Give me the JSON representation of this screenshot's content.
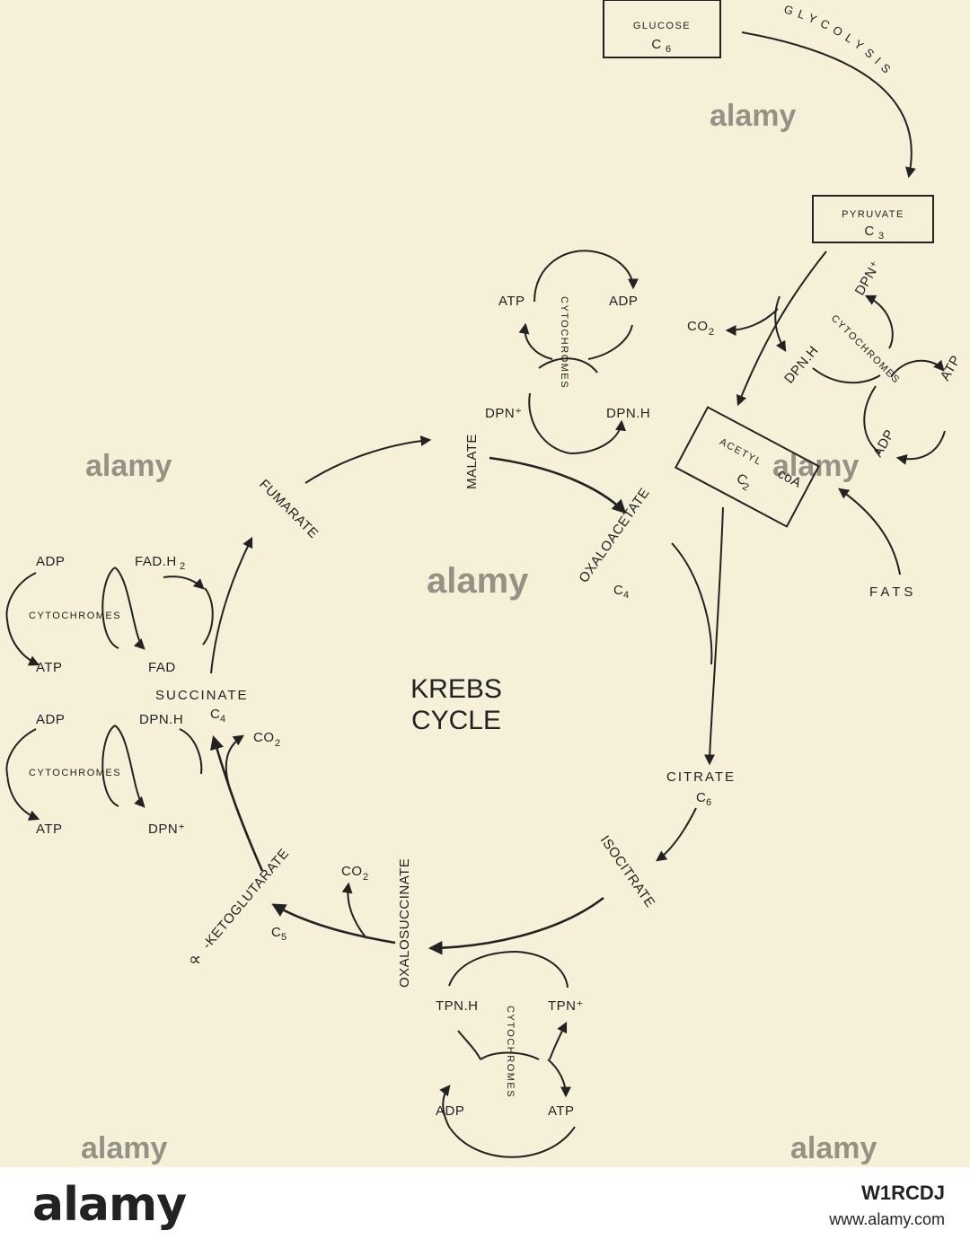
{
  "stock_watermark": "alamy",
  "footer": {
    "logo": "alamy",
    "image_id": "W1RCDJ",
    "url": "www.alamy.com"
  },
  "center": {
    "line1": "KREBS",
    "line2": "CYCLE"
  },
  "boxes": {
    "glucose": {
      "name": "GLUCOSE",
      "carbon": "C",
      "sub": "6"
    },
    "pyruvate": {
      "name": "PYRUVATE",
      "carbon": "C",
      "sub": "3"
    },
    "acetyl": {
      "name": "ACETYL",
      "coa": "coA",
      "carbon": "C",
      "sub": "2"
    }
  },
  "pathway": {
    "glycolysis": "GLYCOLYSIS",
    "fats": "FATS"
  },
  "intermediates": {
    "malate": "MALATE",
    "oxaloacetate": "OXALOACETATE",
    "oxaloacetate_c": "C",
    "oxaloacetate_sub": "4",
    "citrate": "CITRATE",
    "citrate_c": "C",
    "citrate_sub": "6",
    "isocitrate": "ISOCITRATE",
    "oxalosuccinate": "OXALOSUCCINATE",
    "ketoglutarate_alpha": "∝",
    "ketoglutarate": "-KETOGLUTARATE",
    "ketoglutarate_c": "C",
    "ketoglutarate_sub": "5",
    "succinate": "SUCCINATE",
    "succinate_c": "C",
    "succinate_sub": "4",
    "fumarate": "FUMARATE"
  },
  "co2": {
    "c": "CO",
    "sub": "2"
  },
  "cofactors": {
    "atp": "ATP",
    "adp": "ADP",
    "dpn_plus": "DPN⁺",
    "dpn_h": "DPN.H",
    "tpn_plus": "TPN⁺",
    "tpn_h": "TPN.H",
    "fad": "FAD",
    "fad_h": "FAD.H",
    "fad_h_sub": "2",
    "cytochromes": "CYTOCHROMES"
  }
}
